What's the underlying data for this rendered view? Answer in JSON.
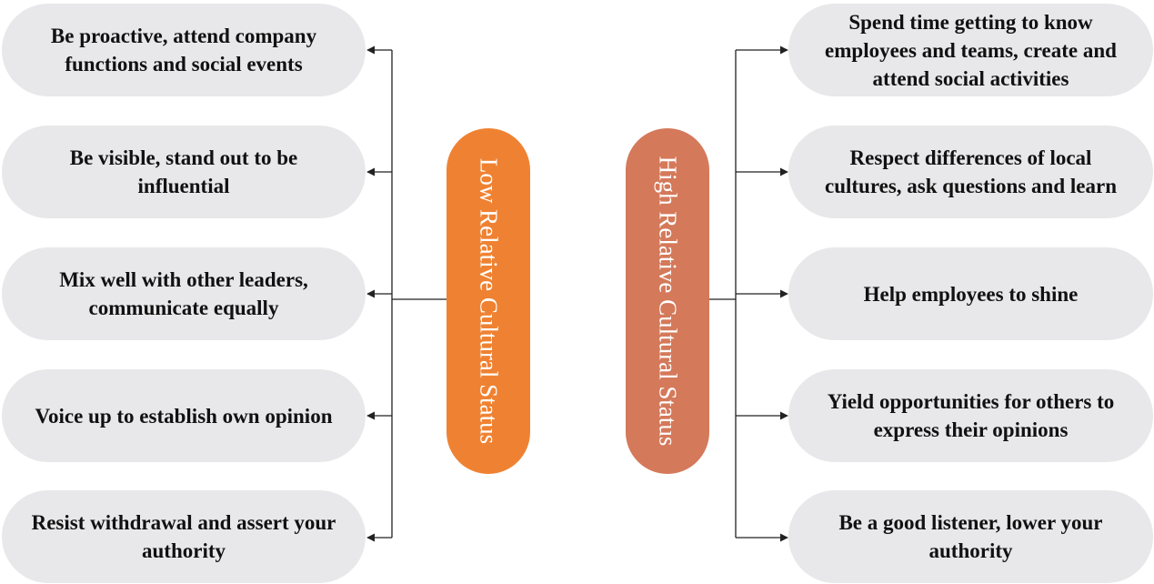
{
  "colors": {
    "low_pill": "#ef8232",
    "high_pill": "#d4795a",
    "box_fill": "#e8e8ea",
    "line": "#222222"
  },
  "low": {
    "label": "Low Relative Cultural Status",
    "items": [
      "Be proactive, attend company functions and social events",
      "Be visible, stand out to be influential",
      "Mix well with other leaders, communicate equally",
      "Voice up to establish own opinion",
      "Resist withdrawal and assert your authority"
    ]
  },
  "high": {
    "label": "High Relative Cultural Status",
    "items": [
      "Spend time getting to know employees and teams, create and attend social activities",
      "Respect differences of local cultures, ask questions and learn",
      "Help employees to shine",
      "Yield opportunities for others to express their opinions",
      "Be a good listener, lower your authority"
    ]
  }
}
